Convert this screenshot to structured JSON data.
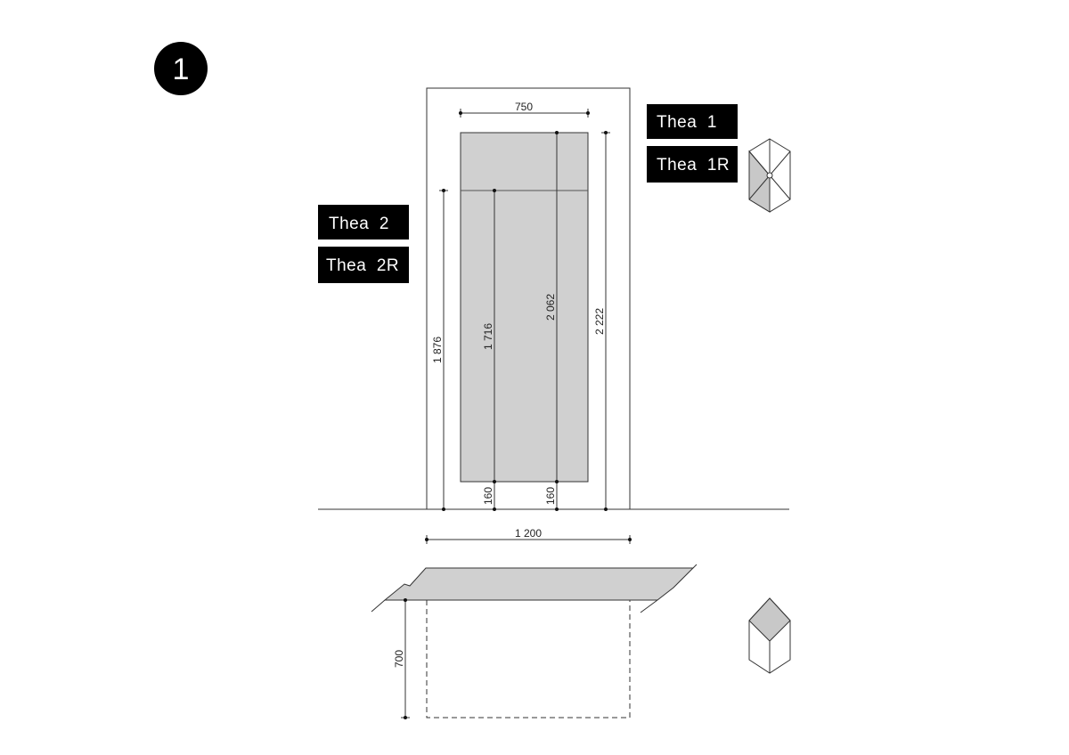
{
  "badge": {
    "number": "1"
  },
  "tags": {
    "right_top": "Thea  1",
    "right_bottom": "Thea  1R",
    "left_top": "Thea  2",
    "left_bottom": "Thea  2R"
  },
  "dimensions": {
    "panel_width": "750",
    "niche_width": "1 200",
    "upper_height": "2 062",
    "total_height": "2 222",
    "lower_height": "1 716",
    "left_height": "1 876",
    "offset_a": "160",
    "offset_b": "160",
    "depth": "700"
  },
  "icons": {
    "top_view": "hexagon-box-front-shaded-icon",
    "plan_view": "hexagon-box-top-shaded-icon"
  },
  "colors": {
    "panel_fill": "#d0d0d0",
    "line": "#333333",
    "label_bg": "#000000",
    "label_text": "#ffffff"
  }
}
